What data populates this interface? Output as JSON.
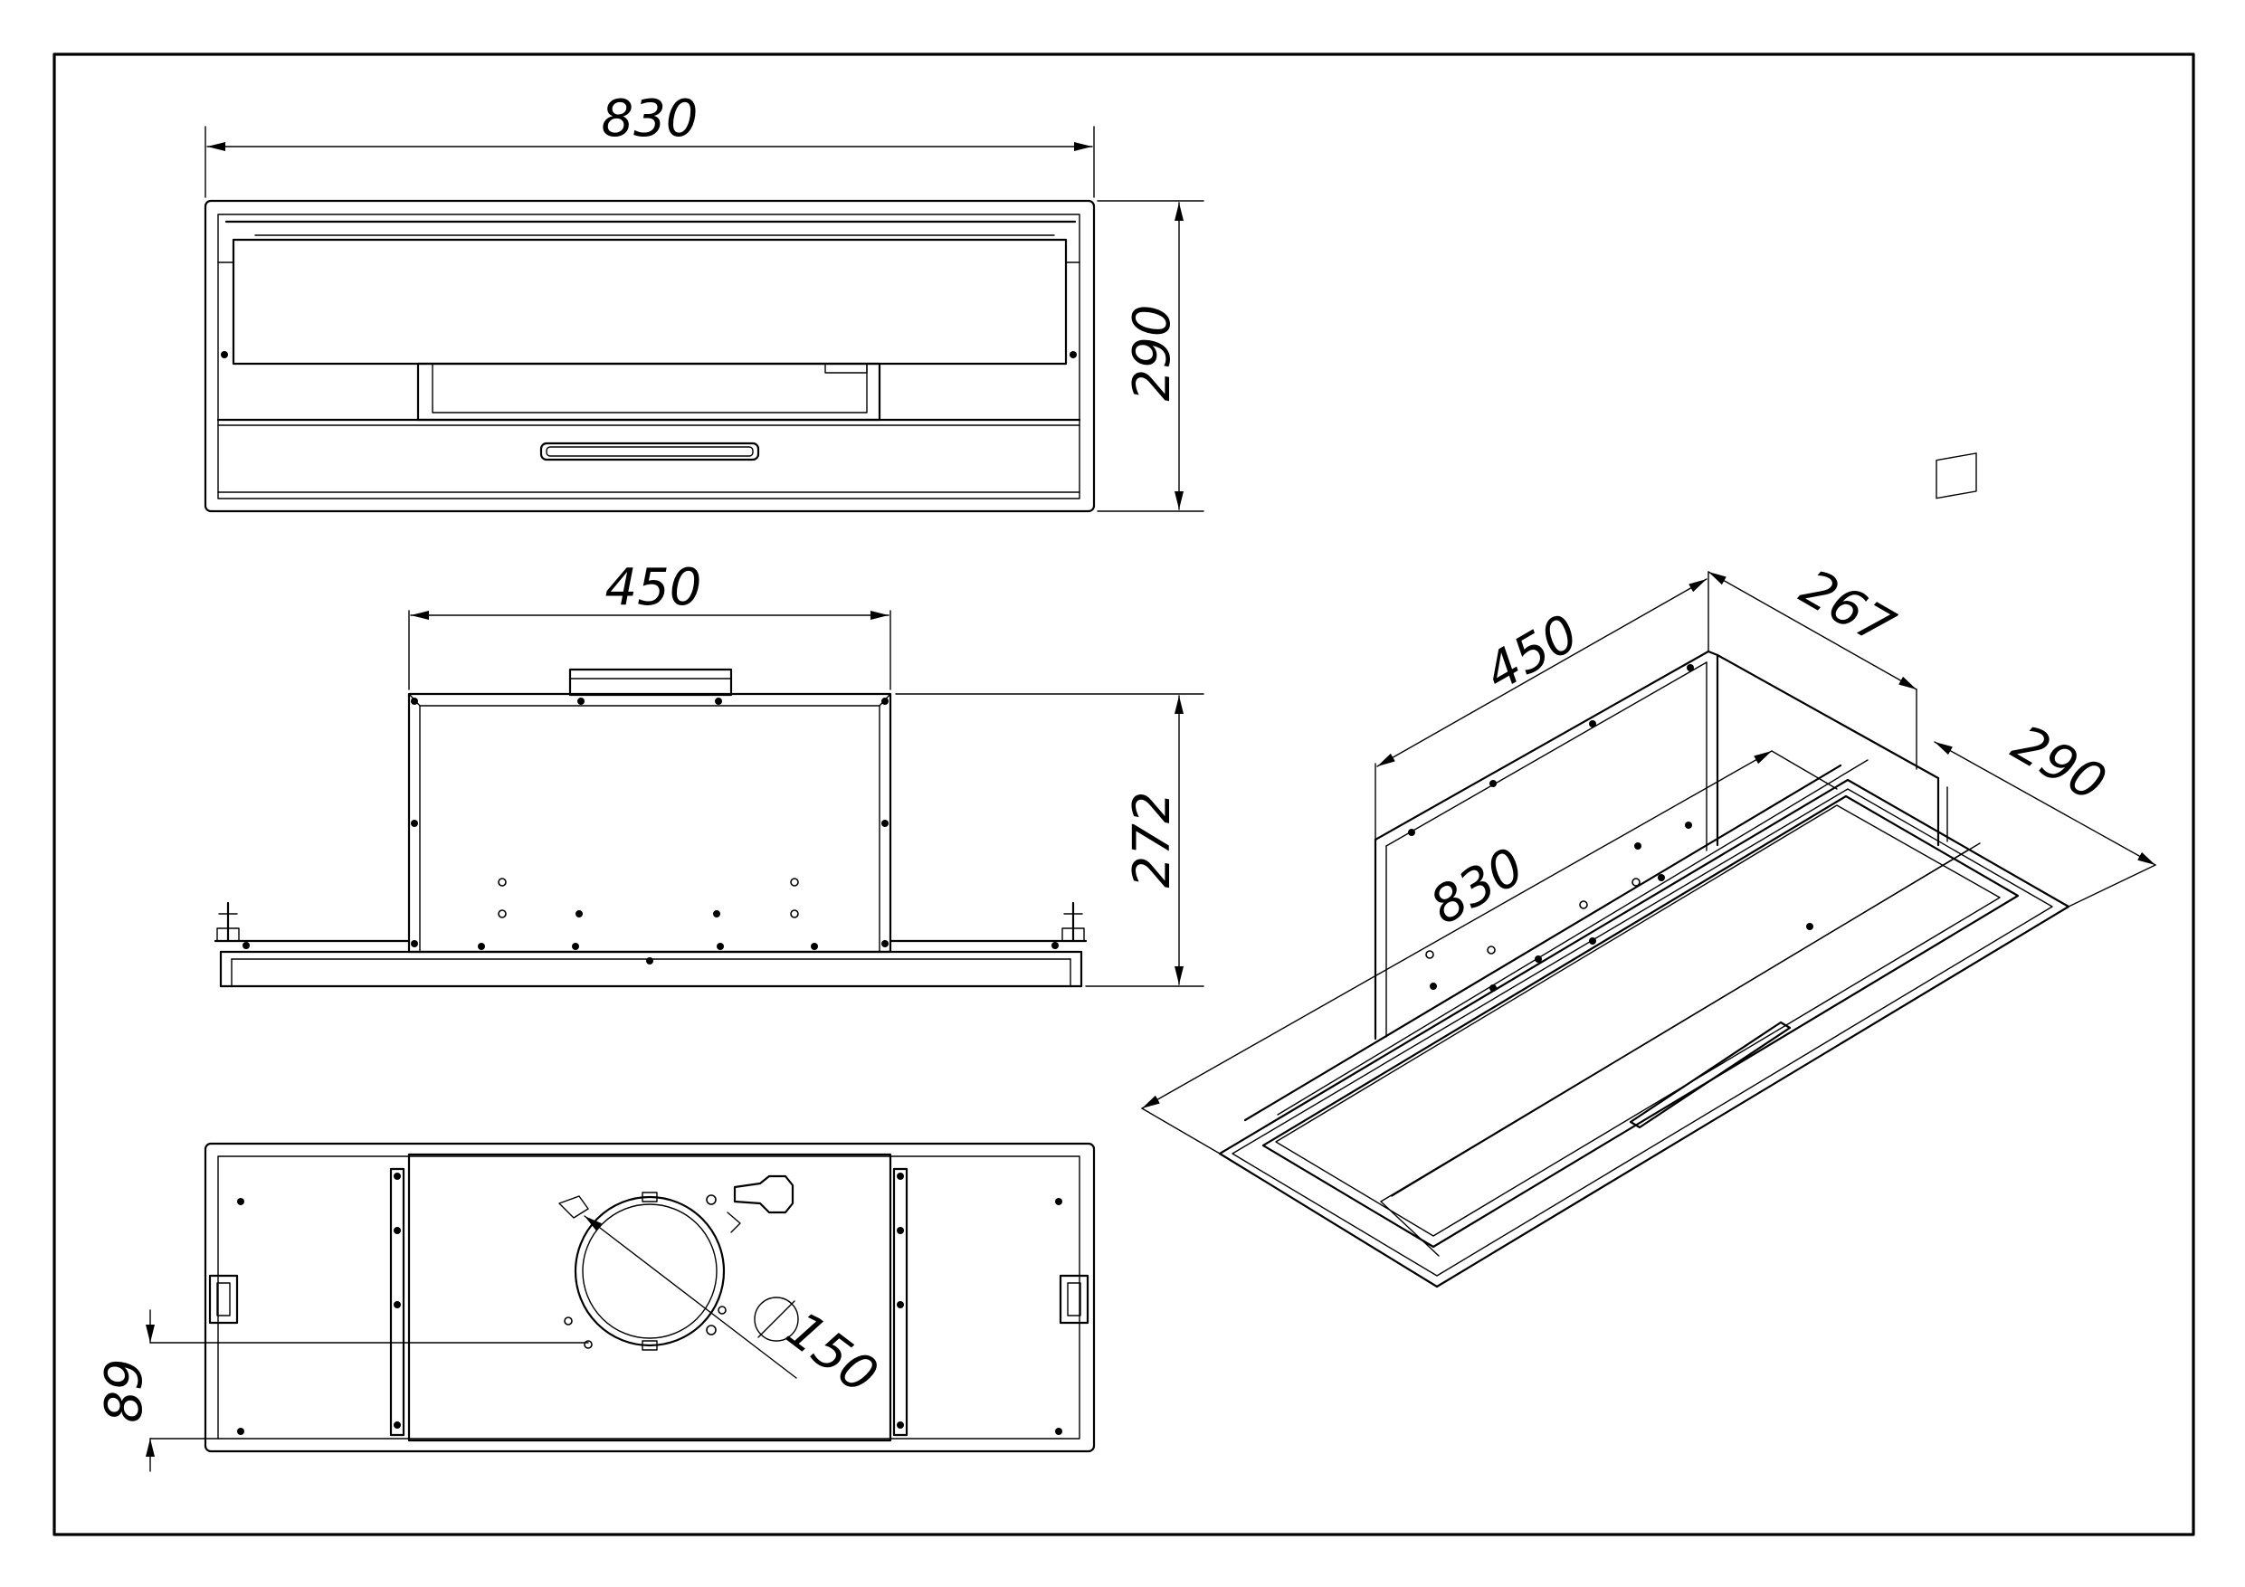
{
  "front_view": {
    "width_label": "830",
    "height_label": "290"
  },
  "side_view": {
    "width_label": "450",
    "height_label": "272"
  },
  "bottom_view": {
    "offset_label": "89",
    "diameter_label": "150"
  },
  "iso_view": {
    "depth_label": "450",
    "height_label": "267",
    "length_label": "830",
    "width_label": "290"
  }
}
